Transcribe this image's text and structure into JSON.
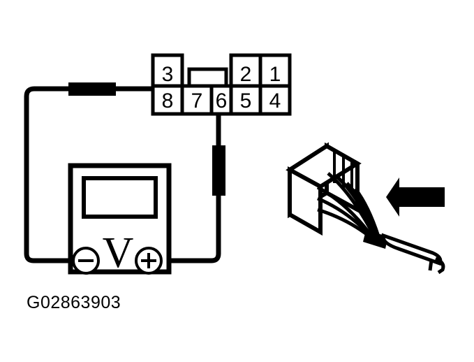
{
  "figure": {
    "caption": "G02863903",
    "background_color": "#ffffff",
    "ink_color": "#000000"
  },
  "connector_pinout": {
    "label": "connector terminal pin grid",
    "top_row": [
      {
        "pin": "3",
        "column": 1
      },
      {
        "pin": "2",
        "column": 4
      },
      {
        "pin": "1",
        "column": 5
      }
    ],
    "bottom_row": [
      {
        "pin": "8"
      },
      {
        "pin": "7"
      },
      {
        "pin": "6"
      },
      {
        "pin": "5"
      },
      {
        "pin": "4"
      }
    ],
    "notch_label": "locking tab notch",
    "probed_pins": {
      "negative": "8",
      "positive": "6"
    }
  },
  "multimeter": {
    "label": "digital voltmeter",
    "mode_symbol": "V",
    "display_value": "",
    "terminals": [
      {
        "name": "negative-terminal",
        "symbol": "−"
      },
      {
        "name": "positive-terminal",
        "symbol": "+"
      }
    ]
  },
  "leads": {
    "negative_lead_label": "negative test lead to pin 8",
    "positive_lead_label": "positive test lead to pin 6"
  },
  "harness_illustration": {
    "label": "connector housing with wire harness",
    "arrow_label": "inspection arrow pointing at probe insertion point",
    "arrow_direction": "left",
    "probe_label": "back-probe terminal tool"
  }
}
